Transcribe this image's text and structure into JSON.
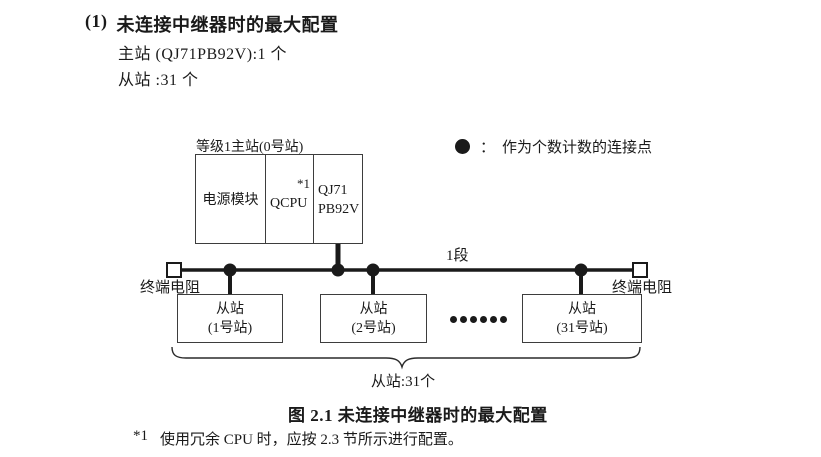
{
  "page": {
    "heading": {
      "marker": "(1)",
      "title": "未连接中继器时的最大配置"
    },
    "intro_lines": {
      "master": "主站 (QJ71PB92V):1 个",
      "slave": "从站 :31 个"
    },
    "caption": "图 2.1 未连接中继器时的最大配置",
    "footnote": {
      "marker": "*1",
      "text": "使用冗余 CPU 时，应按 2.3 节所示进行配置。"
    }
  },
  "diagram": {
    "master": {
      "label": "等级1主站(0号站)",
      "power_module": "电源模块",
      "cpu": "QCPU",
      "cpu_footnote_ref": "*1",
      "interface_line1": "QJ71",
      "interface_line2": "PB92V"
    },
    "legend": {
      "colon": "：",
      "label": "作为个数计数的连接点"
    },
    "segment_label": "1段",
    "terminator_left": "终端电阻",
    "terminator_right": "终端电阻",
    "slaves": [
      {
        "name": "从站",
        "station": "(1号站)"
      },
      {
        "name": "从站",
        "station": "(2号站)"
      },
      {
        "name": "从站",
        "station": "(31号站)"
      }
    ],
    "ellipsis_dot_count": 6,
    "brace_label": "从站:31个",
    "colors": {
      "ink": "#1a1a1a",
      "box_border": "#3d3d3d",
      "background": "#ffffff"
    }
  }
}
